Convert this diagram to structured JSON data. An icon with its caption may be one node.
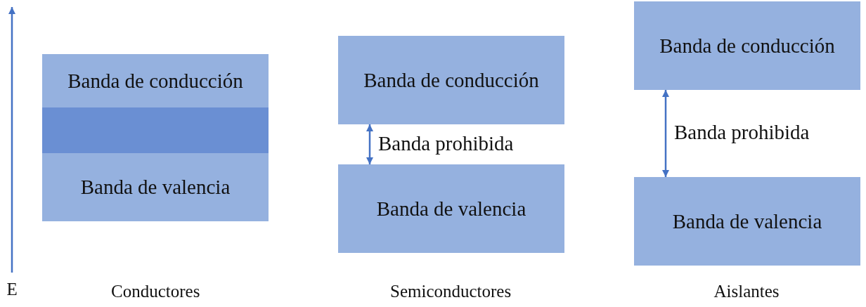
{
  "diagram": {
    "nodes": [
      {
        "text": [
          "Banda de conducción"
        ]
      },
      {
        "text": [],
        "shape": "bar"
      },
      {
        "text": [
          "Banda de valencia"
        ]
      },
      {
        "text": [
          "Banda de conducción"
        ]
      },
      {
        "text": [
          "Banda de valencia"
        ]
      },
      {
        "text": [
          "Banda de conducción"
        ]
      },
      {
        "text": [
          "Banda de valencia"
        ]
      }
    ],
    "edges": [
      {
        "from": 3,
        "to": 4,
        "arrow": "both",
        "label": "Banda prohibida"
      },
      {
        "from": 5,
        "to": 6,
        "arrow": "both",
        "label": "Banda prohibida"
      }
    ],
    "labels": [
      "E",
      "Conductores",
      "Semiconductores",
      "Aislantes"
    ]
  }
}
